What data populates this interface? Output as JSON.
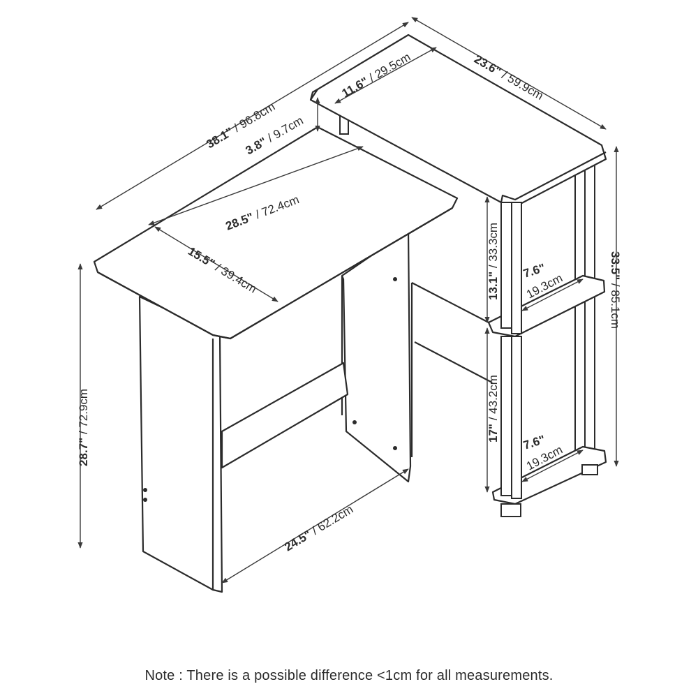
{
  "dimensions": [
    {
      "id": "overall_width",
      "imperial": "38.1\"",
      "metric": "96.8cm"
    },
    {
      "id": "shelf_width",
      "imperial": "23.6\"",
      "metric": "59.9cm"
    },
    {
      "id": "shelf_depth",
      "imperial": "11.6\"",
      "metric": "29.5cm"
    },
    {
      "id": "shelf_rise",
      "imperial": "3.8\"",
      "metric": "9.7cm"
    },
    {
      "id": "desk_width",
      "imperial": "28.5\"",
      "metric": "72.4cm"
    },
    {
      "id": "desk_depth",
      "imperial": "15.5\"",
      "metric": "39.4cm"
    },
    {
      "id": "desk_height",
      "imperial": "28.7\"",
      "metric": "72.9cm"
    },
    {
      "id": "legroom_width",
      "imperial": "24.5\"",
      "metric": "62.2cm"
    },
    {
      "id": "shelf_total_height",
      "imperial": "33.5\"",
      "metric": "85.1cm"
    },
    {
      "id": "upper_opening",
      "imperial": "13.1\"",
      "metric": "33.3cm"
    },
    {
      "id": "lower_opening",
      "imperial": "17\"",
      "metric": "43.2cm"
    },
    {
      "id": "upper_cube_depth",
      "imperial": "7.6\"",
      "metric": "19.3cm"
    },
    {
      "id": "lower_cube_depth",
      "imperial": "7.6\"",
      "metric": "19.3cm"
    }
  ],
  "note": "Note : There is a possible difference <1cm for all measurements."
}
